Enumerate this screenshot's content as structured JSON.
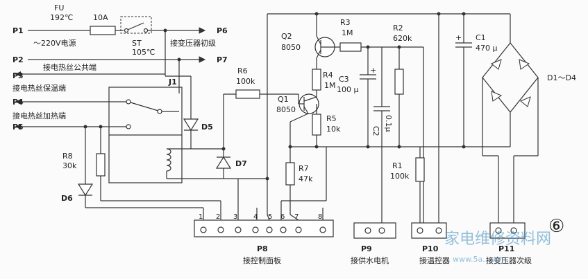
{
  "ports": {
    "p1": "P1",
    "p2": "P2",
    "p3": "P3",
    "p4": "P4",
    "p5": "P5",
    "p6": "P6",
    "p7": "P7",
    "p8": "P8",
    "p9": "P9",
    "p10": "P10",
    "p11": "P11"
  },
  "labels": {
    "mains": "～220V电源",
    "transformer_primary": "接变压器初级",
    "heater_common": "接电热丝公共端",
    "heater_keep_warm": "接电热丝保温端",
    "heater_heating": "接电热丝加热端",
    "control_panel": "接控制面板",
    "water_pump_motor": "接供水电机",
    "thermostat": "接温控器",
    "transformer_secondary": "接变压器次级",
    "relay": "J1"
  },
  "components": {
    "fuse": {
      "ref": "FU",
      "temp": "192℃",
      "rating": "10A"
    },
    "st": {
      "ref": "ST",
      "temp": "105℃"
    },
    "q2": {
      "ref": "Q2",
      "type": "8050"
    },
    "q1": {
      "ref": "Q1",
      "type": "8050"
    },
    "r3": {
      "ref": "R3",
      "value": "1M"
    },
    "r2": {
      "ref": "R2",
      "value": "620k"
    },
    "r4": {
      "ref": "R4",
      "value": "1M"
    },
    "r5": {
      "ref": "R5",
      "value": "10k"
    },
    "r6": {
      "ref": "R6",
      "value": "100k"
    },
    "r7": {
      "ref": "R7",
      "value": "47k"
    },
    "r8": {
      "ref": "R8",
      "value": "30k"
    },
    "r1": {
      "ref": "R1",
      "value": "100k"
    },
    "c1": {
      "ref": "C1",
      "value": "470 μ"
    },
    "c2": {
      "ref": "C2",
      "value": "0.1μ"
    },
    "c3": {
      "ref": "C3",
      "value": "100 μ"
    },
    "d5": {
      "ref": "D5"
    },
    "d6": {
      "ref": "D6"
    },
    "d7": {
      "ref": "D7"
    },
    "bridge": {
      "ref": "D1～D4"
    }
  },
  "connector_pins": [
    "1",
    "2",
    "3",
    "4",
    "5",
    "6",
    "7",
    "8"
  ],
  "watermark": {
    "text": "家电维修资料网",
    "url": "www.5a...com",
    "badge": "⑥"
  }
}
